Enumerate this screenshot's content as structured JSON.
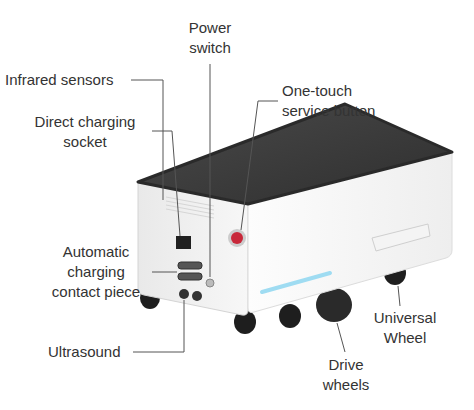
{
  "diagram": {
    "labels": [
      "Power switch",
      "Infrared sensors",
      "One-touch service button",
      "Direct charging socket",
      "Automatic charging contact piece",
      "Ultrasound",
      "Universal Wheel",
      "Drive wheels"
    ]
  }
}
